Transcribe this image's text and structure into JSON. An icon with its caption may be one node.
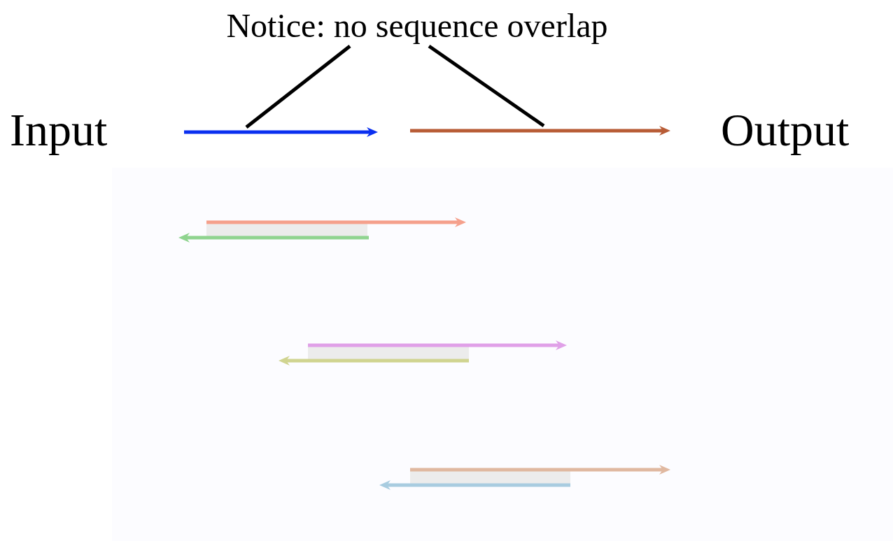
{
  "diagram": {
    "nodes": [
      {
        "text": [
          "Notice: no sequence overlap"
        ]
      },
      {
        "text": [],
        "shape": "arrow"
      },
      {
        "text": [],
        "shape": "arrow"
      }
    ],
    "edges": [
      {
        "from": 0,
        "to": 1,
        "arrow": "none"
      },
      {
        "from": 0,
        "to": 2,
        "arrow": "none"
      }
    ],
    "labels": [
      "Input",
      "Output"
    ]
  }
}
